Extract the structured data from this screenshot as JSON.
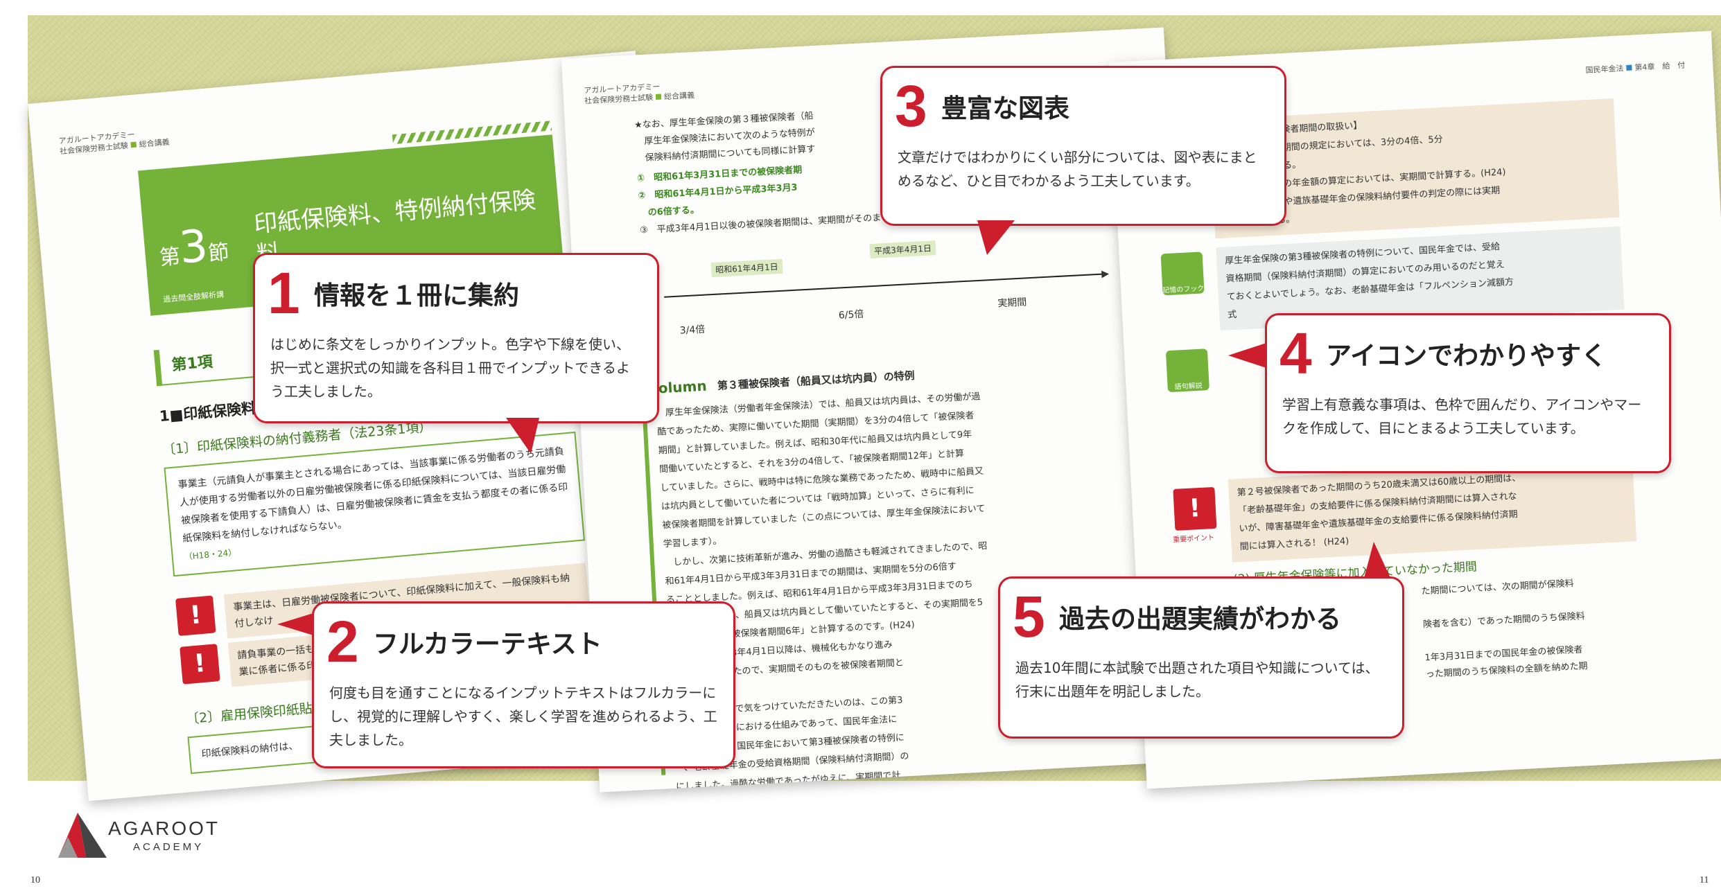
{
  "page1": {
    "header_line1": "アガルートアカデミー",
    "header_line2": "社会保険労務士試験",
    "header_tag": "総合講義",
    "section_prefix": "第",
    "section_num": "3",
    "section_suffix": "節",
    "section_title": "印紙保険料、特例納付保険料、",
    "section_title2": "に関する措置",
    "banner_sub": "過去問全肢解析講",
    "koumoku": "第1項",
    "h1": "1■印紙保険料の納付",
    "h2": "〔1〕印紙保険料の納付義務者（法23条1項）",
    "box_text": "事業主（元請負人が事業主とされる場合にあっては、当該事業に係る労働者のうち元請負人が使用する労働者以外の日雇労働被保険者に係る印紙保険料については、当該日雇労働被保険者を使用する下請負人）は、日雇労働被保険者に賃金を支払う都度その者に係る印紙保険料を納付しなければならない。",
    "box_ref": "（H18・24）",
    "tan1": "事業主は、日雇労働被保険者について、印紙保険料に加えて、一般保険料も納付しなけ",
    "tan2": "請負事業の一括も、当該事業に係者に係る印紙保険",
    "h2b": "〔2〕雇用保険印紙貼付",
    "box2_text": "印紙保険料の納付は、"
  },
  "page2": {
    "header_line1": "アガルートアカデミー",
    "header_line2": "社会保険労務士試験",
    "header_tag": "総合講義",
    "intro": "★なお、厚生年金保険の第３種被保険者（船\n　厚生年金保険法において次のような特例が\n　保険料納付済期間についても同様に計算す",
    "item1": "①　昭和61年3月31日までの被保険者期",
    "item2": "②　昭和61年4月1日から平成3年3月3",
    "item2b": "　の6倍する。",
    "item3": "③　平成3年4月1日以後の被保険者期間は、実期間がそのまま被保険者期間となる。",
    "tl_label1": "昭和61年4月1日",
    "tl_label2": "平成3年4月1日",
    "tl_frac1": "3/4倍",
    "tl_frac2": "6/5倍",
    "tl_real": "実期間",
    "column_label": "Column",
    "column_title": "第３種被保険者（船員又は坑内員）の特例",
    "column_body": "　厚生年金保険法（労働者年金保険法）では、船員又は坑内員は、その労働が過\n酷であったため、実際に働いていた期間（実期間）を3分の4倍して「被保険者\n期間」と計算していました。例えば、昭和30年代に船員又は坑内員として9年\n間働いていたとすると、それを3分の4倍して、「被保険者期間12年」と計算\nしていました。さらに、戦時中は特に危険な業務であったため、戦時中に船員又\nは坑内員として働いていた者については「戦時加算」といって、さらに有利に\n被保険者期間を計算していました（この点については、厚生年金保険法において\n学習します）。\n　しかし、次第に技術革新が進み、労働の過酷さも軽減されてきましたので、昭\n和61年4月1日から平成3年3月31日までの期間は、実期間を5分の6倍す\nることとしました。例えば、昭和61年4月1日から平成3年3月31日までのち\nょうど5年間だけ、船員又は坑内員として働いていたとすると、その実期間を5\n分の6倍して、「被保険者期間6年」と計算するのです。(H24)\n　そして、平成3年4月1日以降は、機械化もかなり進み\nはなくなりましたので、実期間そのものを被保険者期間と\nした。\n　しかし、ここで気をつけていただきたいのは、この第3\n厚生年金保険法における仕組みであって、国民年金法に\nた。ですから、国民年金において第3種被保険者の特例に\n一、老齢基礎年金の受給資格期間（保険料納付済期間）の\nにしました。過酷な労働であったがゆえに、実期間で計\n年8月1日前の受給資格期間の25年を満たすことが困難\nす。"
  },
  "page3": {
    "header_right": "国民年金法",
    "header_right2": "第4章　給　付",
    "tan_top": "険の第３種被保険者期間の取扱い】\n年金の受給資格期間の規定においては、3分の4倍、5分\nの特例を適用する。\n②老齢基礎年金の年金額の算定においては、実期間で計算する。(H24)\n③障害基礎年金や遺族基礎年金の保険料納付要件の判定の際には実期\n　間で計算する。",
    "gray_box": "厚生年金保険の第3種被保険者の特例について、国民年金では、受給\n資格期間（保険料納付済期間）の算定においてのみ用いるのだと覚え\nておくとよいでしょう。なお、老齢基礎年金は「フルペンション減額方\n式",
    "icon1_label": "記憶のフック",
    "icon2_label": "語句解説",
    "icon3_label": "重要ポイント",
    "tan_bottom": "第２号被保険者であった期間のうち20歳未満又は60歳以上の期間は、\n「老齢基礎年金」の支給要件に係る保険料納付済期間には算入されな\nいが、障害基礎年金や遺族基礎年金の支給要件に係る保険料納付済期\n間には算入される！ (H24)",
    "subhead": "(2) 厚生年金保険等に加入していなかった期間",
    "body_tail": "た期間については、次の期間が保険料\n\n険者を含む）であった期間のうち保険料\n\n1年3月31日までの国民年金の被保険者\nった期間のうち保険料の全額を納めた期"
  },
  "callouts": [
    {
      "num": "1",
      "title": "情報を１冊に集約",
      "text": "はじめに条文をしっかりインプット。色字や下線を使い、択一式と選択式の知識を各科目１冊でインプットできるよう工夫しました。"
    },
    {
      "num": "2",
      "title": "フルカラーテキスト",
      "text": "何度も目を通すことになるインプットテキストはフルカラーにし、視覚的に理解しやすく、楽しく学習を進められるよう、工夫しました。"
    },
    {
      "num": "3",
      "title": "豊富な図表",
      "text": "文章だけではわかりにくい部分については、図や表にまとめるなど、ひと目でわかるよう工夫しています。"
    },
    {
      "num": "4",
      "title": "アイコンでわかりやすく",
      "text": "学習上有意義な事項は、色枠で囲んだり、アイコンやマークを作成して、目にとまるよう工夫しています。"
    },
    {
      "num": "5",
      "title": "過去の出題実績がわかる",
      "text": "過去10年間に本試験で出題された項目や知識については、行末に出題年を明記しました。"
    }
  ],
  "footer": {
    "logo_text": "AGAROOT",
    "logo_sub": "ACADEMY",
    "page_left": "10",
    "page_right": "11"
  },
  "colors": {
    "accent_red": "#cc1e2c",
    "accent_green": "#74b23a",
    "background": "#d6d89a"
  }
}
